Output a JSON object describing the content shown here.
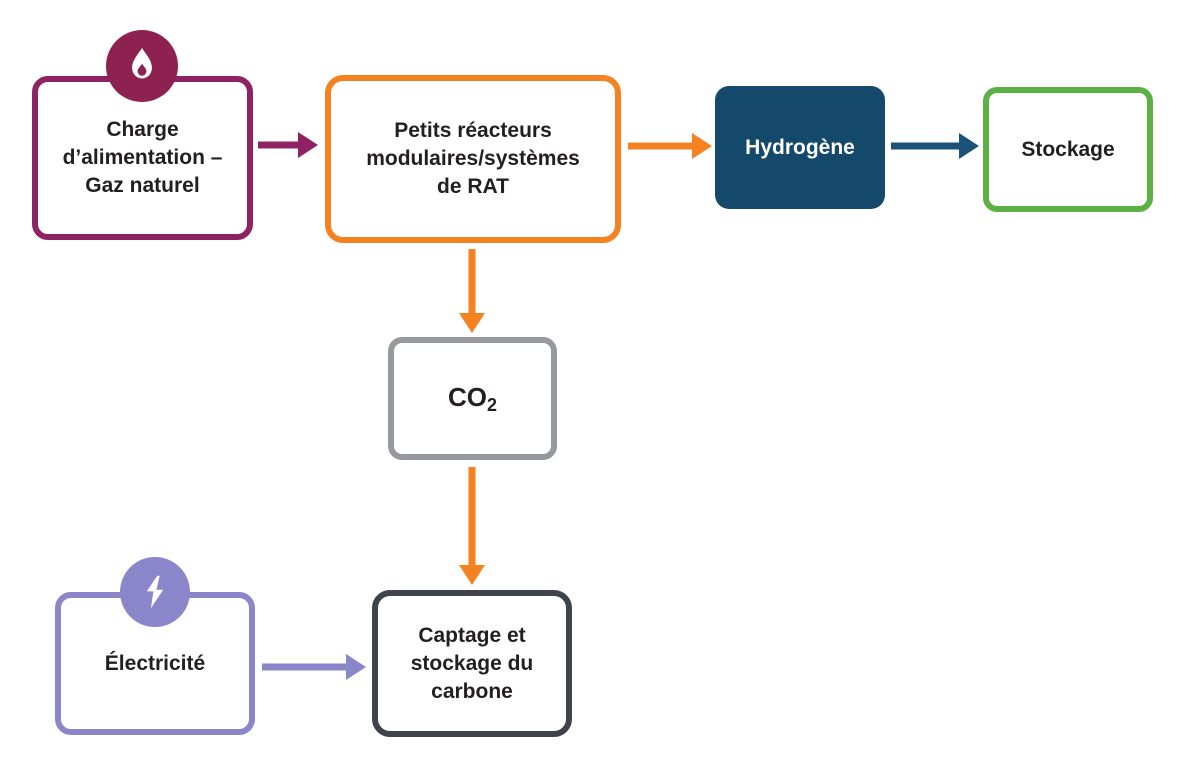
{
  "colors": {
    "maroon": "#8e2262",
    "maroon-circle": "#8d2150",
    "orange": "#f58220",
    "navy": "#14496b",
    "navy-arrow": "#1d5278",
    "green": "#5cb044",
    "gray": "#97999e",
    "purple": "#8b86c9",
    "charcoal": "#3f434a",
    "text": "#231f20",
    "white": "#ffffff"
  },
  "nodes": {
    "charge": {
      "label": "Charge\nd’alimentation –\nGaz naturel"
    },
    "smr": {
      "label": "Petits réacteurs\nmodulaires/systèmes\nde RAT"
    },
    "hydrogene": {
      "label": "Hydrogène"
    },
    "stockage": {
      "label": "Stockage"
    },
    "co2": {
      "label_main": "CO",
      "label_sub": "2"
    },
    "electricite": {
      "label": "Électricité"
    },
    "captage": {
      "label": "Captage et\nstockage du\ncarbone"
    }
  },
  "icons": {
    "charge_badge": "flame-icon",
    "electricite_badge": "lightning-bolt-icon"
  }
}
